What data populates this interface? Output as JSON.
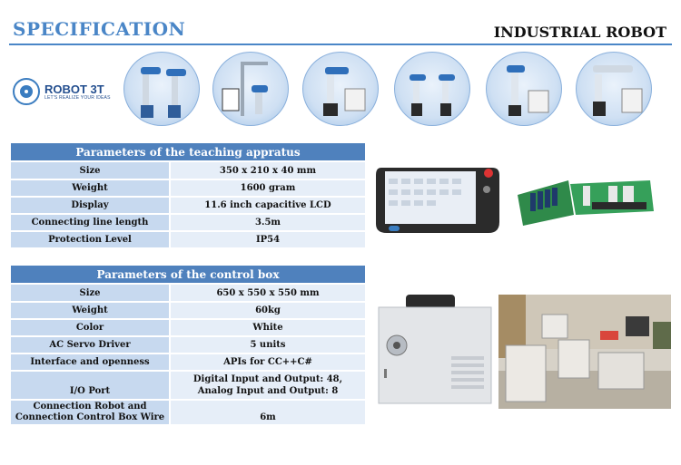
{
  "header": {
    "title_left": "SPECIFICATION",
    "title_right": "INDUSTRIAL ROBOT"
  },
  "logo": {
    "name": "ROBOT 3T",
    "tagline": "LET'S REALIZE YOUR IDEAS"
  },
  "teaching": {
    "title": "Parameters of the teaching appratus",
    "rows": [
      {
        "k": "Size",
        "v": "350 x 210 x 40 mm"
      },
      {
        "k": "Weight",
        "v": "1600 gram"
      },
      {
        "k": "Display",
        "v": "11.6 inch capacitive LCD"
      },
      {
        "k": "Connecting line length",
        "v": "3.5m"
      },
      {
        "k": "Protection Level",
        "v": "IP54"
      }
    ]
  },
  "control": {
    "title": "Parameters of the control box",
    "rows": [
      {
        "k": "Size",
        "v": "650 x 550 x 550 mm"
      },
      {
        "k": "Weight",
        "v": "60kg"
      },
      {
        "k": "Color",
        "v": "White"
      },
      {
        "k": "AC Servo Driver",
        "v": "5 units"
      },
      {
        "k": "Interface and openness",
        "v": "APIs for CC++C#"
      },
      {
        "k": "I/O Port",
        "v": "Digital Input and Output: 48, Analog Input and Output: 8"
      },
      {
        "k": "Connection Robot and Connection Control Box Wire",
        "v": "6m"
      }
    ]
  },
  "colors": {
    "accent": "#4a86c7",
    "header_bg": "#4f81bd",
    "key_bg": "#c7d9ef",
    "val_bg": "#e6eef8"
  }
}
